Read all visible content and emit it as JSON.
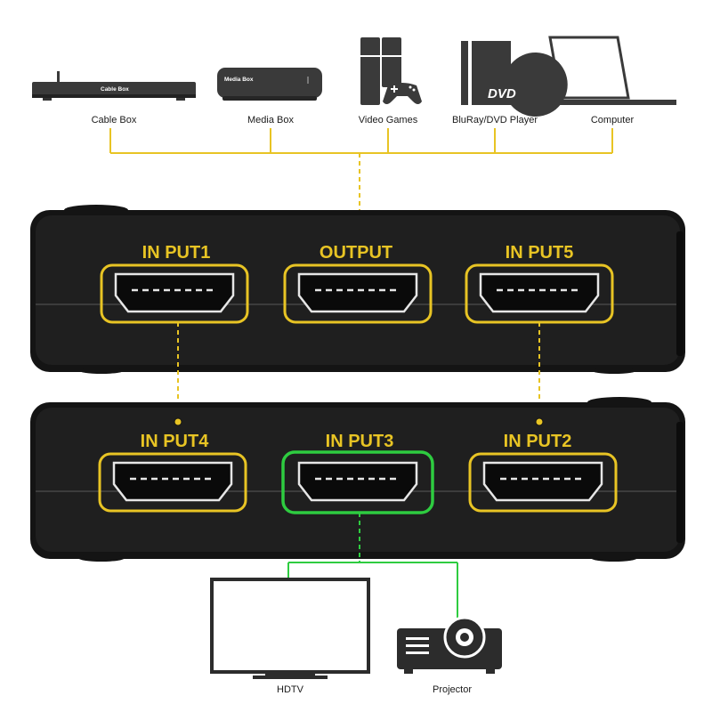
{
  "colors": {
    "accent_yellow": "#e8c424",
    "active_green": "#2ecc40",
    "device_body": "#141414",
    "icon_fill": "#3a3a3a"
  },
  "sources": {
    "cable_box": {
      "caption": "Cable Box",
      "device_text": "Cable Box"
    },
    "media_box": {
      "caption": "Media Box",
      "device_text": "Media Box"
    },
    "video_games": {
      "caption": "Video Games"
    },
    "bluray": {
      "caption": "BluRay/DVD Player",
      "device_text": "DVD"
    },
    "computer": {
      "caption": "Computer"
    }
  },
  "switch_top": {
    "ports": {
      "input1": "IN PUT1",
      "output": "OUTPUT",
      "input5": "IN PUT5"
    }
  },
  "switch_bottom": {
    "ports": {
      "input4": "IN PUT4",
      "input3": "IN PUT3",
      "input2": "IN PUT2"
    }
  },
  "displays": {
    "hdtv": {
      "caption": "HDTV"
    },
    "projector": {
      "caption": "Projector"
    }
  }
}
